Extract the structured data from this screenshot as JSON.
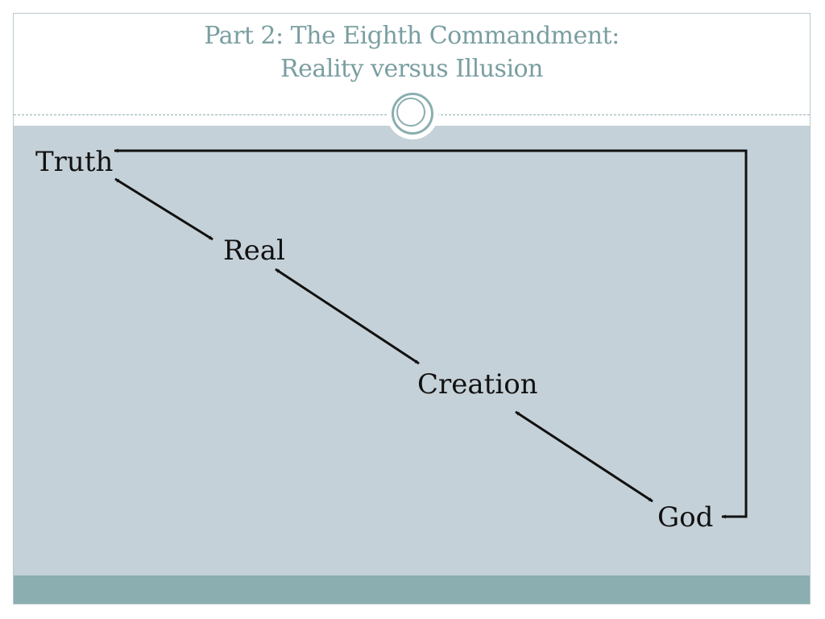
{
  "slide": {
    "title_line1": "Part 2: The Eighth Commandment:",
    "title_line2": "Reality versus Illusion"
  },
  "diagram": {
    "nodes": [
      {
        "id": "truth",
        "label": "Truth"
      },
      {
        "id": "real",
        "label": "Real"
      },
      {
        "id": "creation",
        "label": "Creation"
      },
      {
        "id": "god",
        "label": "God"
      }
    ],
    "connections": [
      {
        "from": "truth",
        "to": "real",
        "type": "bidirectional"
      },
      {
        "from": "real",
        "to": "creation",
        "type": "bidirectional"
      },
      {
        "from": "creation",
        "to": "god",
        "type": "bidirectional"
      },
      {
        "from": "god",
        "to": "truth",
        "type": "elbow-loop"
      }
    ]
  },
  "colors": {
    "title": "#7a9ea1",
    "content_bg": "#c5d1d8",
    "footer_band": "#8baeb0",
    "arrow": "#111111"
  }
}
